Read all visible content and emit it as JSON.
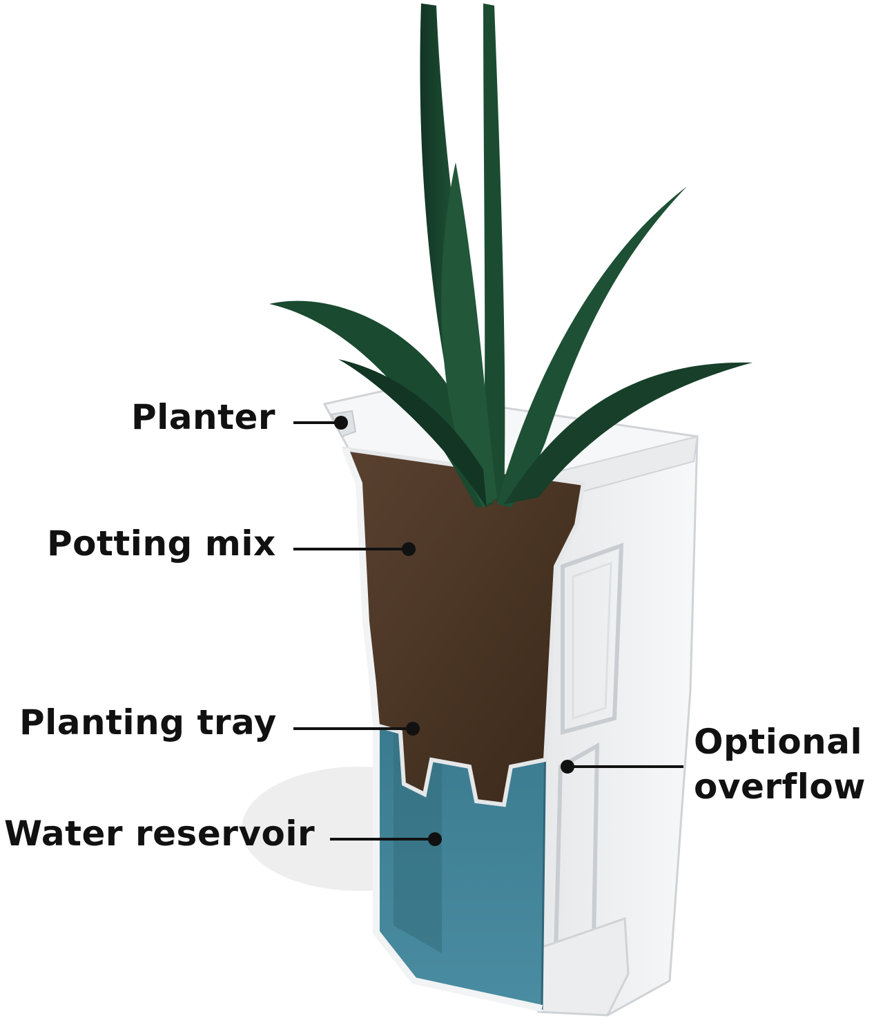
{
  "labels": {
    "planter": "Planter",
    "potting_mix": "Potting mix",
    "planting_tray": "Planting tray",
    "water_reservoir": "Water reservoir",
    "optional_overflow_line1": "Optional",
    "optional_overflow_line2": "overflow"
  },
  "colors": {
    "planter_white": "#f4f5f6",
    "planter_shadow": "#d9dcdf",
    "soil": "#4a3524",
    "water": "#3f7f93",
    "leaf": "#1c4a30",
    "leaf_dark": "#123524",
    "leader": "#111111"
  }
}
